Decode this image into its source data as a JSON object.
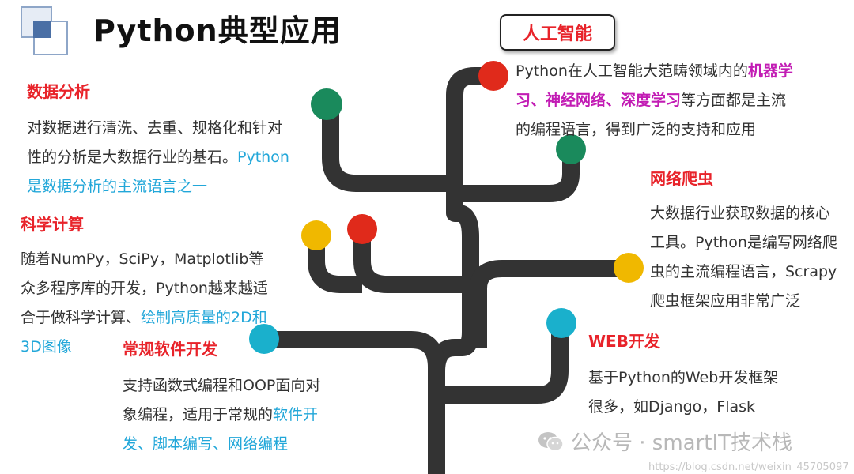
{
  "title": "Python典型应用",
  "ai_box": "人工智能",
  "sections": {
    "ai": {
      "line1_pre": "Python在人工智能大范畴领域内的",
      "line1_hl": "机器学",
      "line2_hl": "习、神经网络、深度学习",
      "line2_post": "等方面都是主流",
      "line3": "的编程语言，得到广泛的支持和应用"
    },
    "data_analysis": {
      "heading": "数据分析",
      "line1": "对数据进行清洗、去重、规格化和针对",
      "line2_pre": "性的分析是大数据行业的基石。",
      "line2_hl": "Python",
      "line3_hl": "是数据分析的主流语言之一"
    },
    "crawler": {
      "heading": "网络爬虫",
      "line1": "大数据行业获取数据的核心",
      "line2": "工具。Python是编写网络爬",
      "line3": "虫的主流编程语言，Scrapy",
      "line4": "爬虫框架应用非常广泛"
    },
    "science": {
      "heading": "科学计算",
      "line1": "随着NumPy，SciPy，Matplotlib等",
      "line2": "众多程序库的开发，Python越来越适",
      "line3_pre": "合于做科学计算、",
      "line3_hl": "绘制高质量的2D和",
      "line4_hl": "3D图像"
    },
    "software": {
      "heading": "常规软件开发",
      "line1": "支持函数式编程和OOP面向对",
      "line2_pre": "象编程，适用于常规的",
      "line2_hl": "软件开",
      "line3_hl": "发、脚本编写、网络编程"
    },
    "web": {
      "heading": "WEB开发",
      "line1": "基于Python的Web开发框架",
      "line2": "很多，如Django，Flask"
    }
  },
  "watermark": "公众号 · smartIT技术栈",
  "url_text": "https://blog.csdn.net/weixin_45705097",
  "colors": {
    "trunk": "#333333",
    "red_ball": "#e02a1b",
    "green_ball": "#1a8a5c",
    "yellow_ball": "#f0b800",
    "cyan_ball": "#1ab0cc",
    "heading_red": "#e8232a",
    "highlight_blue": "#22a7d9",
    "highlight_purple": "#c21cb4"
  },
  "icons": {
    "logo": "overlapping-squares",
    "watermark": "wechat-icon"
  }
}
